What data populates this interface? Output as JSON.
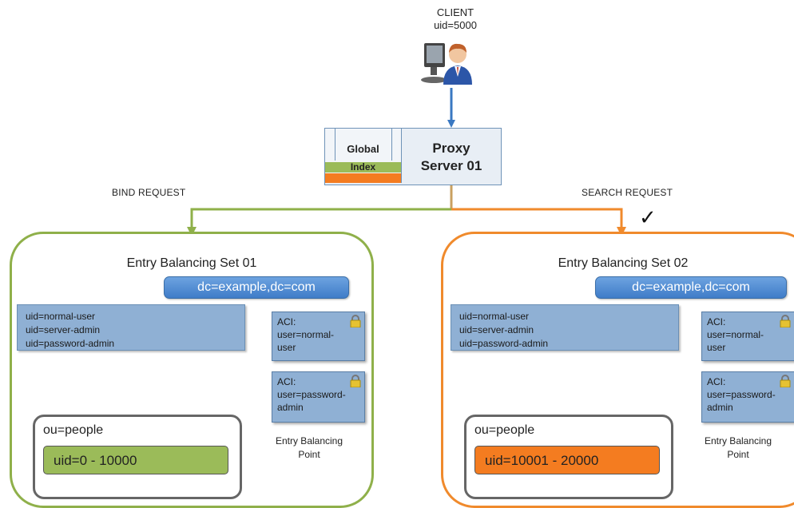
{
  "client": {
    "title": "CLIENT",
    "uid": "uid=5000"
  },
  "proxy": {
    "global_index_label": "Global",
    "global_index_sub": "Index",
    "line1": "Proxy",
    "line2": "Server 01"
  },
  "requests": {
    "bind": "BIND REQUEST",
    "search": "SEARCH REQUEST",
    "check": "✓"
  },
  "colors": {
    "green": "#9bbb59",
    "orange": "#f47c20",
    "blue_arrow": "#3a78c2",
    "dc_blue": "#4f8bd4"
  },
  "sets": [
    {
      "title": "Entry Balancing Set 01",
      "dc": "dc=example,dc=com",
      "uids": [
        "uid=normal-user",
        "uid=server-admin",
        "uid=password-admin"
      ],
      "aci": [
        {
          "l1": "ACI:",
          "l2": "user=normal-",
          "l3": "user"
        },
        {
          "l1": "ACI:",
          "l2": "user=password-",
          "l3": "admin"
        }
      ],
      "ou": "ou=people",
      "range": "uid=0 - 10000",
      "ebp1": "Entry Balancing",
      "ebp2": "Point"
    },
    {
      "title": "Entry Balancing Set 02",
      "dc": "dc=example,dc=com",
      "uids": [
        "uid=normal-user",
        "uid=server-admin",
        "uid=password-admin"
      ],
      "aci": [
        {
          "l1": "ACI:",
          "l2": "user=normal-",
          "l3": "user"
        },
        {
          "l1": "ACI:",
          "l2": "user=password-",
          "l3": "admin"
        }
      ],
      "ou": "ou=people",
      "range": "uid=10001 - 20000",
      "ebp1": "Entry Balancing",
      "ebp2": "Point"
    }
  ]
}
